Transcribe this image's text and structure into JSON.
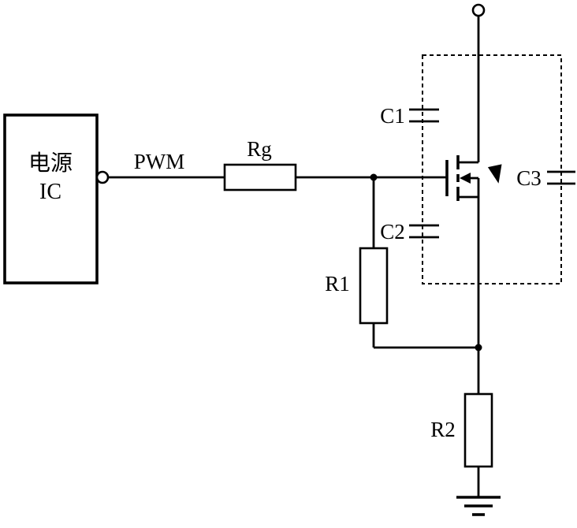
{
  "diagram": {
    "type": "circuit-schematic",
    "ic": {
      "line1": "电源",
      "line2": "IC"
    },
    "signal": {
      "pwm": "PWM"
    },
    "resistors": {
      "rg": "Rg",
      "r1": "R1",
      "r2": "R2"
    },
    "capacitors": {
      "c1": "C1",
      "c2": "C2",
      "c3": "C3"
    },
    "colors": {
      "stroke": "#000000",
      "background": "#ffffff"
    }
  }
}
